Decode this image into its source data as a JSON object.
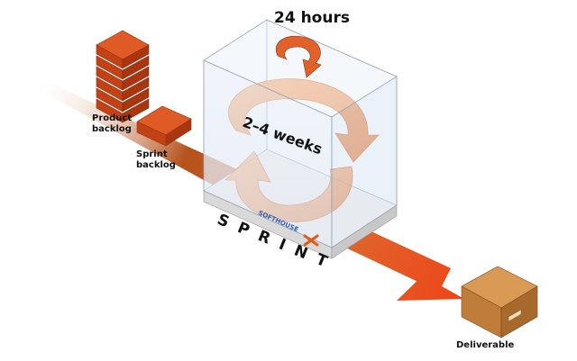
{
  "labels": {
    "product_backlog_line1": "Product",
    "product_backlog_line2": "backlog",
    "sprint_backlog_line1": "Sprint",
    "sprint_backlog_line2": "backlog",
    "daily_cycle": "24 hours",
    "sprint_cycle": "2–4 weeks",
    "sprint_title": "S P R I N T",
    "brand": "SOFTHOUSE",
    "deliverable": "Deliverable"
  },
  "colors": {
    "box_top": "#e05a25",
    "box_side": "#c24216",
    "arrow_start": "#ffffff",
    "arrow_mid": "#c75b20",
    "arrow_end": "#e8401a",
    "cycle_arrow": "#f2a46b",
    "brand_blue": "#2e5fb6",
    "brand_orange": "#e25a1c",
    "deliverable_box": "#c98a45"
  }
}
